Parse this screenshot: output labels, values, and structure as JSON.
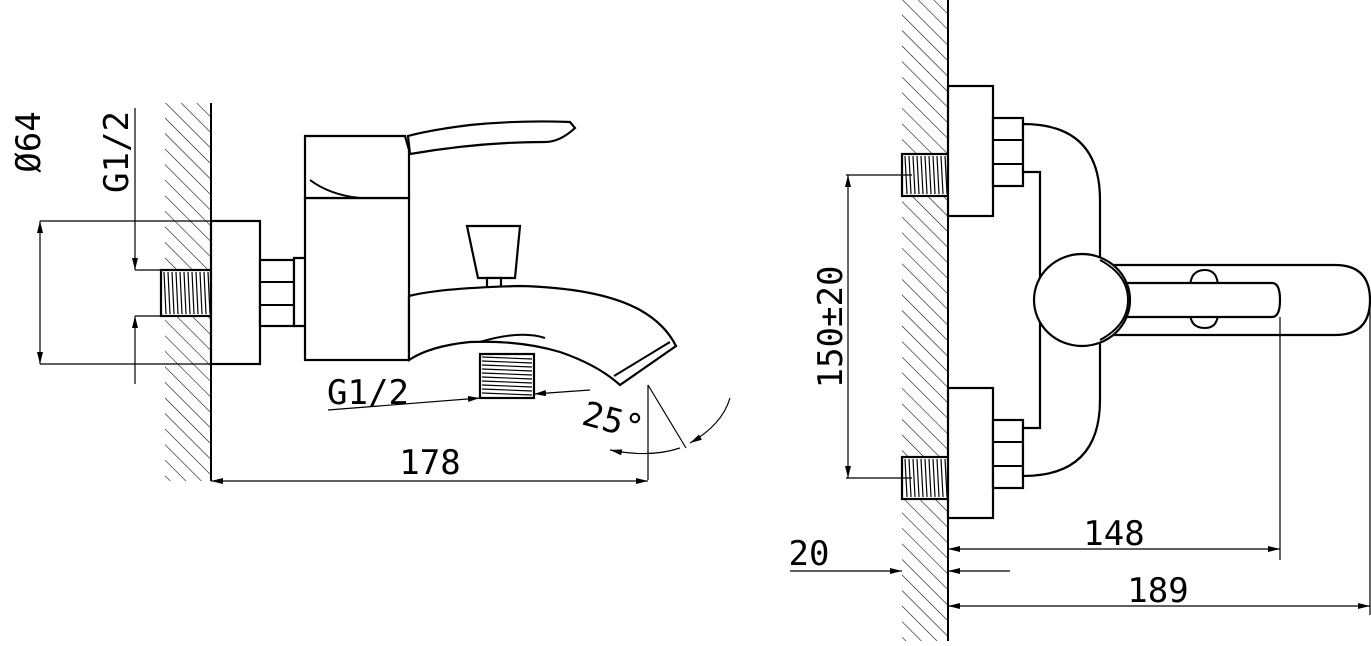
{
  "diagram": {
    "side_view": {
      "dims": {
        "diameter": "Ø64",
        "thread_inlet": "G1/2",
        "thread_outlet": "G1/2",
        "angle": "25°",
        "length": "178"
      }
    },
    "front_view": {
      "dims": {
        "centers": "150±20",
        "wall_offset": "20",
        "spout_inner": "148",
        "spout_total": "189"
      }
    }
  }
}
